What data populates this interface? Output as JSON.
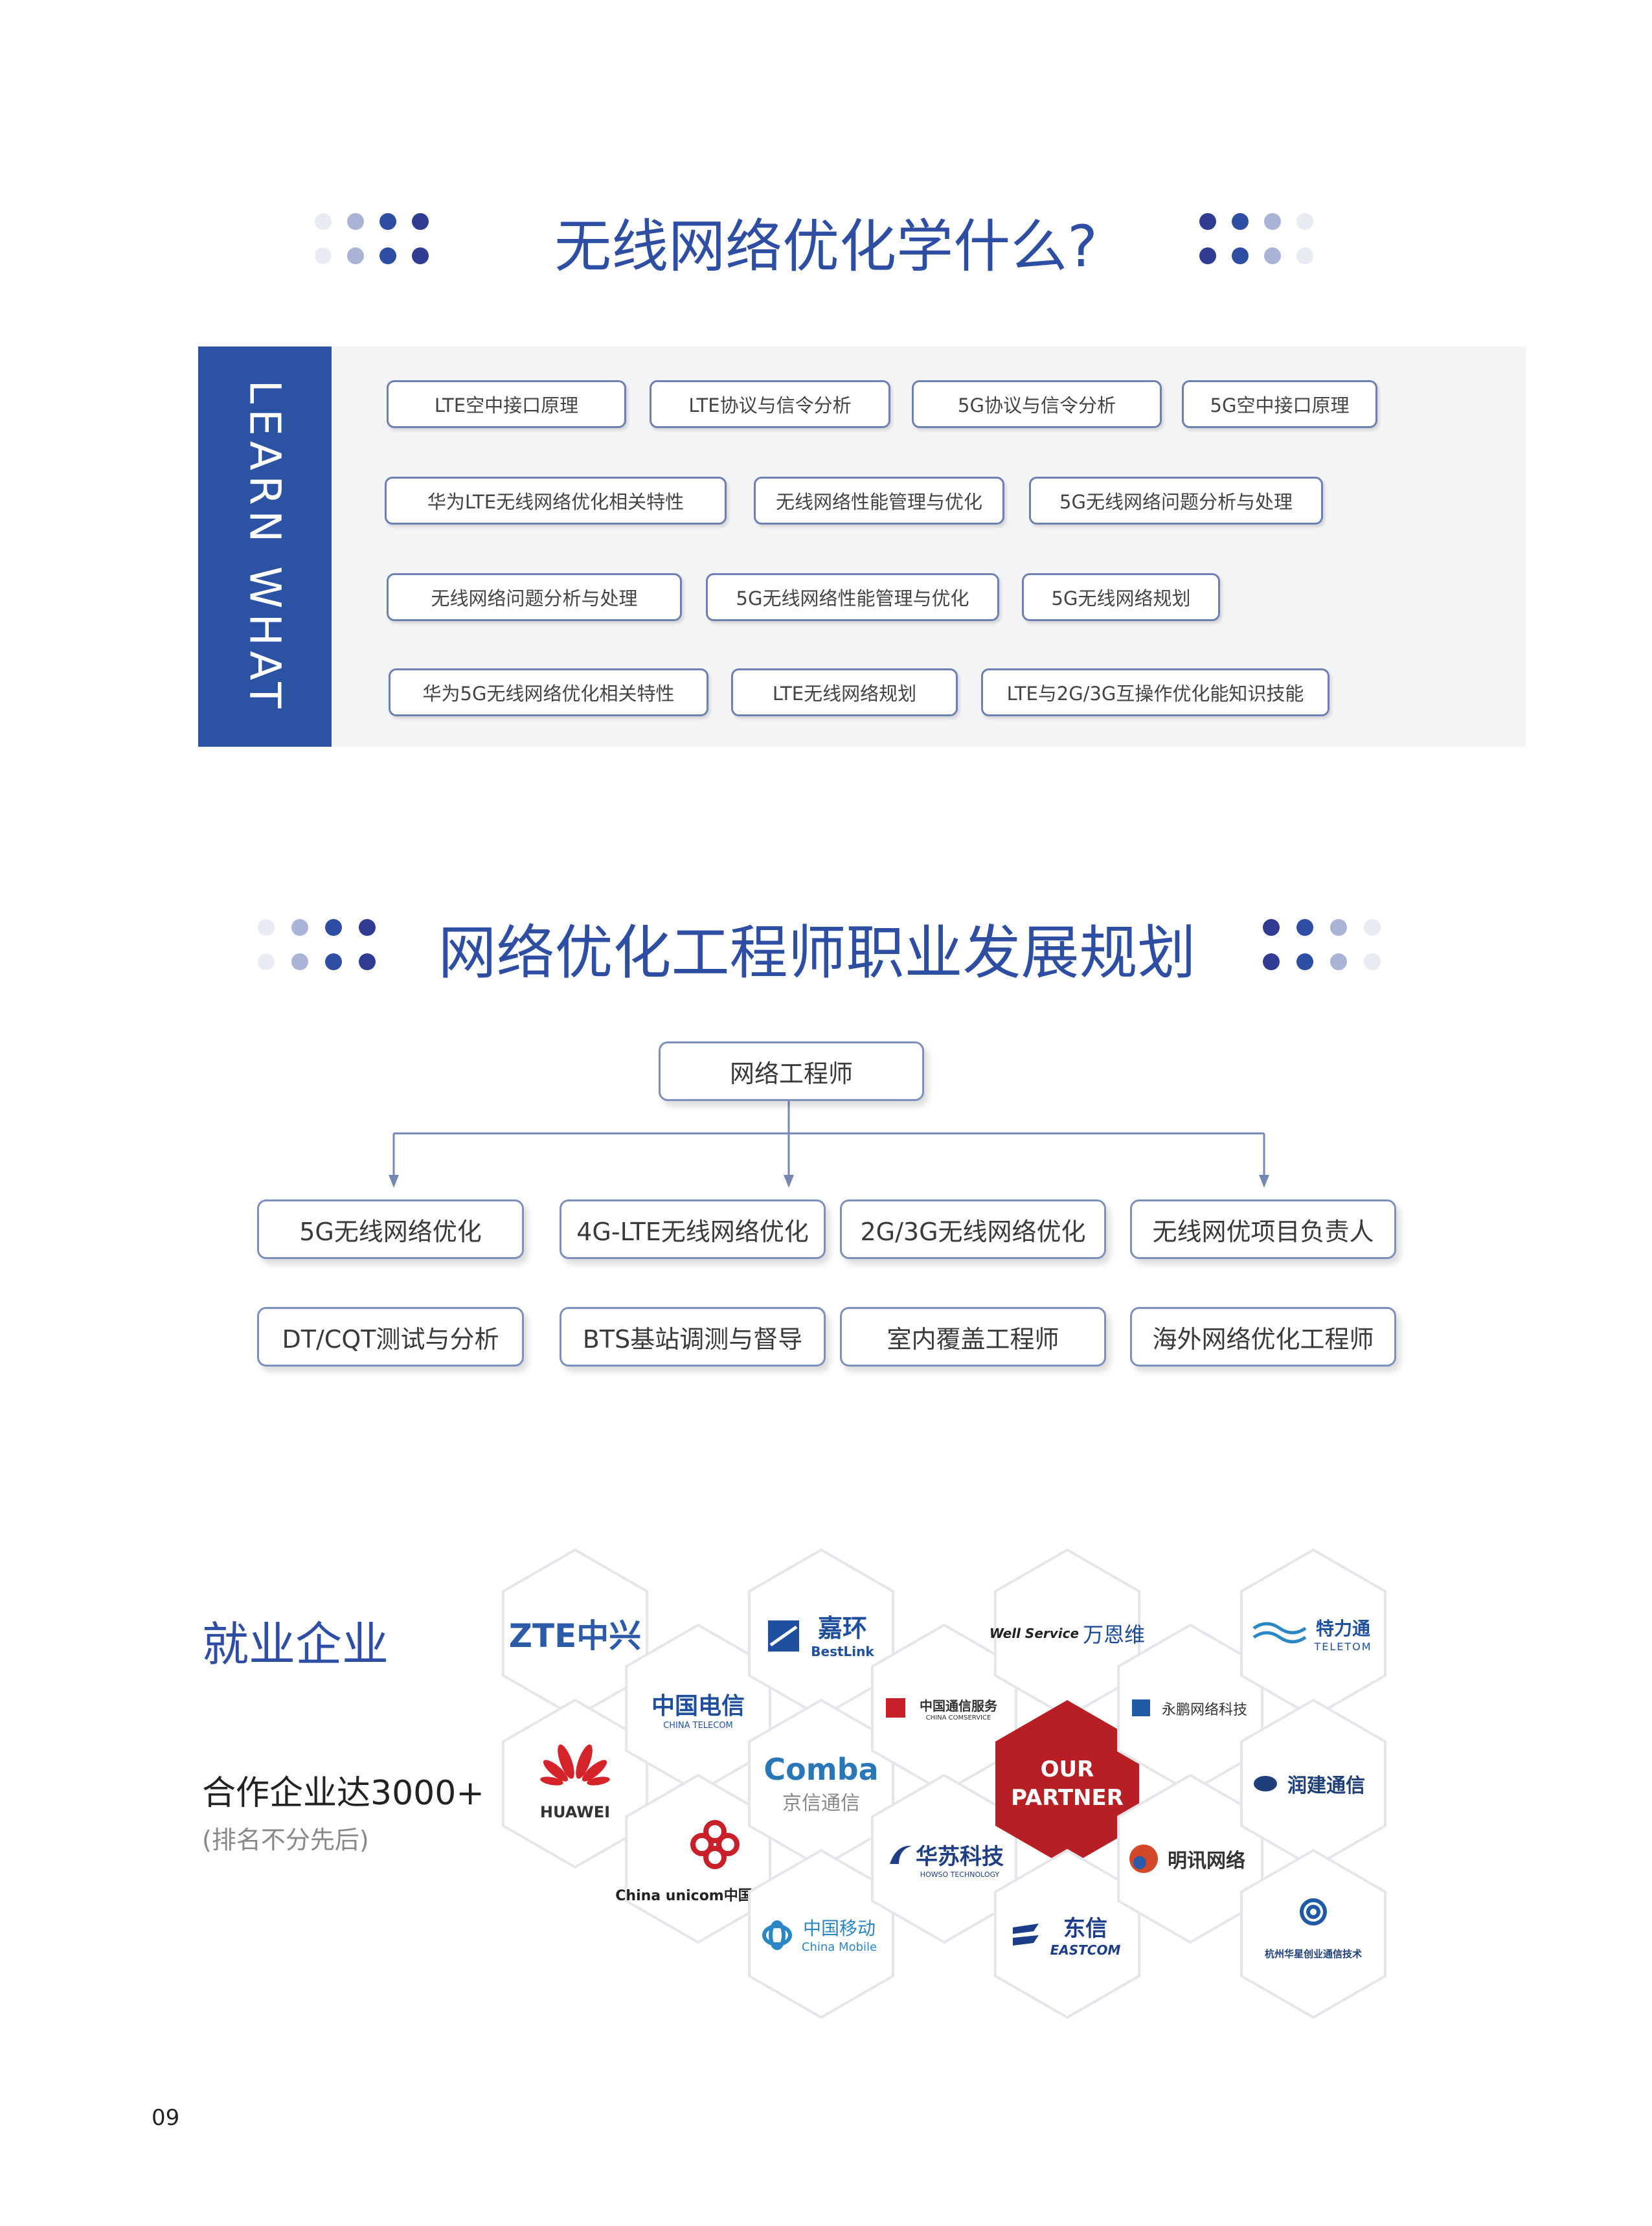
{
  "section1": {
    "title": "无线网络优化学什么?",
    "side_label": "LEARN WHAT",
    "topics": [
      "LTE空中接口原理",
      "LTE协议与信令分析",
      "5G协议与信令分析",
      "5G空中接口原理",
      "华为LTE无线网络优化相关特性",
      "无线网络性能管理与优化",
      "5G无线网络问题分析与处理",
      "无线网络问题分析与处理",
      "5G无线网络性能管理与优化",
      "5G无线网络规划",
      "华为5G无线网络优化相关特性",
      "LTE无线网络规划",
      "LTE与2G/3G互操作优化能知识技能"
    ]
  },
  "section2": {
    "title": "网络优化工程师职业发展规划",
    "root": "网络工程师",
    "row1": [
      "5G无线网络优化",
      "4G-LTE无线网络优化",
      "2G/3G无线网络优化",
      "无线网优项目负责人"
    ],
    "row2": [
      "DT/CQT测试与分析",
      "BTS基站调测与督导",
      "室内覆盖工程师",
      "海外网络优化工程师"
    ]
  },
  "section3": {
    "title": "就业企业",
    "count": "合作企业达3000+",
    "note": "(排名不分先后)",
    "center": [
      "OUR",
      "PARTNER"
    ],
    "partners": [
      {
        "name": "ZTE中兴",
        "color": "#2a5aa8",
        "icon": "zte-logo"
      },
      {
        "name": "HUAWEI",
        "color": "#d4242a",
        "icon": "huawei-logo"
      },
      {
        "name": "中国电信",
        "sub": "CHINA TELECOM",
        "color": "#1f4e9c",
        "icon": "china-telecom-logo"
      },
      {
        "name": "China unicom中国联通",
        "color": "#c8202a",
        "icon": "china-unicom-logo"
      },
      {
        "name": "嘉环",
        "sub": "BestLink",
        "color": "#1d4f9e",
        "icon": "bestlink-logo"
      },
      {
        "name": "Comba",
        "sub": "京信通信",
        "color": "#2a77b8",
        "icon": "comba-logo"
      },
      {
        "name": "中国移动",
        "sub": "China Mobile",
        "color": "#2a86c4",
        "icon": "china-mobile-logo"
      },
      {
        "name": "中国通信服务",
        "sub": "CHINA COMSERVICE",
        "color": "#333333",
        "icon": "comservice-logo"
      },
      {
        "name": "华苏科技",
        "sub": "HOWSO TECHNOLOGY",
        "color": "#1e3f86",
        "icon": "howso-logo"
      },
      {
        "name": "万恩维",
        "sub": "Well Service",
        "color": "#1d4a98",
        "icon": "well-logo"
      },
      {
        "name": "东信",
        "sub": "EASTCOM",
        "color": "#1c3e8a",
        "icon": "eastcom-logo"
      },
      {
        "name": "永鹏网络科技",
        "color": "#333333",
        "icon": "yongpeng-logo"
      },
      {
        "name": "明讯网络",
        "color": "#333333",
        "icon": "mingxun-logo"
      },
      {
        "name": "特力通",
        "sub": "TELETOM",
        "color": "#1f4f9f",
        "icon": "teletom-logo"
      },
      {
        "name": "润建通信",
        "color": "#1f3f7a",
        "icon": "runjian-logo"
      },
      {
        "name": "杭州华星创业通信技术",
        "color": "#1f3f7a",
        "icon": "huaxing-logo"
      }
    ]
  },
  "page_number": "09"
}
